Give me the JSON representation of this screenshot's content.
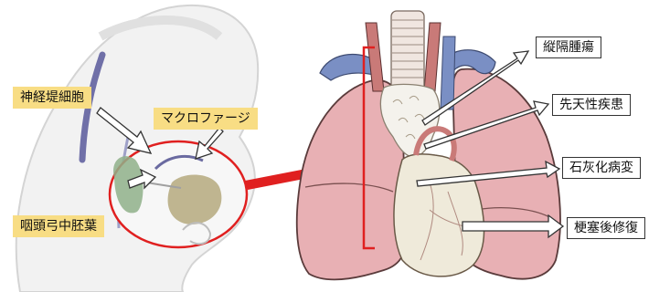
{
  "embryo": {
    "label_neural_crest": "神経堤細胞",
    "label_macrophage": "マクロファージ",
    "label_mesoderm": "咽頭弓中胚葉"
  },
  "mediastinum": {
    "label_tumor": "縦隔腫瘍",
    "label_congenital": "先天性疾患",
    "label_calcification": "石灰化病変",
    "label_infarct": "梗塞後修復"
  },
  "colors": {
    "yellow_label": "#f8dd84",
    "red_arrow": "#e02020",
    "lung": "#e8b0b4",
    "vessel_blue": "#7a8fc4",
    "vessel_red": "#c97a78"
  }
}
